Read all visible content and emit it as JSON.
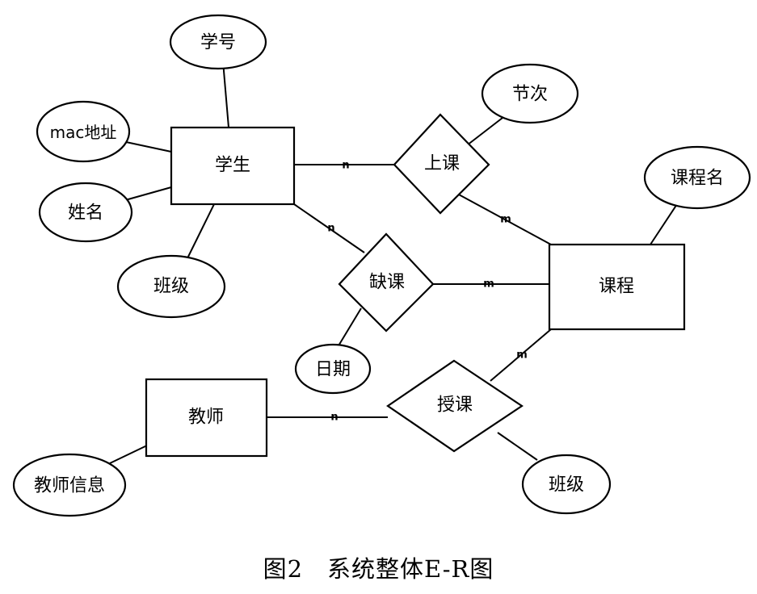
{
  "entities": {
    "student": "学生",
    "course": "课程",
    "teacher": "教师"
  },
  "relationships": {
    "attend": "上课",
    "absence": "缺课",
    "teach": "授课"
  },
  "attributes": {
    "student_id": "学号",
    "mac_address": "mac地址",
    "student_name": "姓名",
    "student_class": "班级",
    "period": "节次",
    "course_name": "课程名",
    "date": "日期",
    "teacher_info": "教师信息",
    "teach_class": "班级"
  },
  "cardinality": {
    "student_attend": "n",
    "attend_course": "m",
    "student_absence": "n",
    "absence_course": "m",
    "course_teach": "m",
    "teacher_teach": "n"
  },
  "caption": "图2　系统整体E-R图"
}
